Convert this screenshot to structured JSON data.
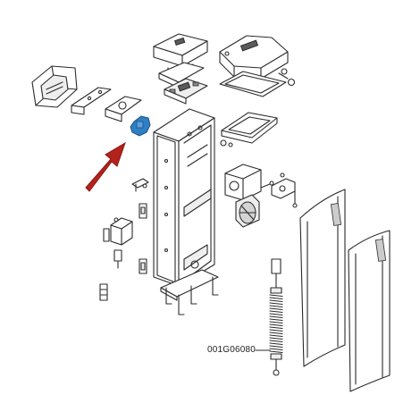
{
  "callout": {
    "part_number": "001G06080"
  },
  "parts": [
    {
      "name": "barrier-cabinet"
    },
    {
      "name": "cover-panel-left"
    },
    {
      "name": "cover-panel-right"
    },
    {
      "name": "top-cover"
    },
    {
      "name": "control-board-box"
    },
    {
      "name": "lamp-housing"
    },
    {
      "name": "foundation-plate"
    },
    {
      "name": "highlighted-bracket"
    },
    {
      "name": "gearmotor"
    },
    {
      "name": "balancing-spring"
    },
    {
      "name": "limit-switch-bracket"
    }
  ],
  "colors": {
    "highlight": "#2f7fc4",
    "arrow": "#b3221d",
    "line": "#2b2b2b"
  }
}
